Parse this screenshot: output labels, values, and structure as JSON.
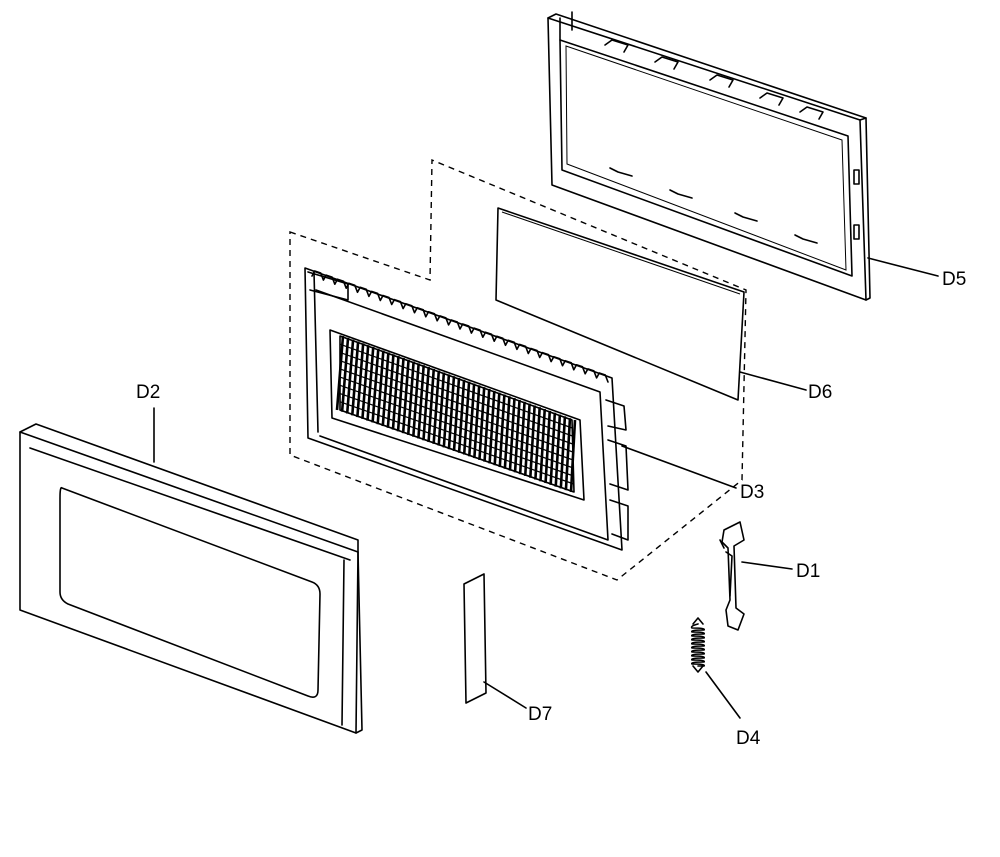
{
  "parts": [
    {
      "id": "D1",
      "label": "D1"
    },
    {
      "id": "D2",
      "label": "D2"
    },
    {
      "id": "D3",
      "label": "D3"
    },
    {
      "id": "D4",
      "label": "D4"
    },
    {
      "id": "D5",
      "label": "D5"
    },
    {
      "id": "D6",
      "label": "D6"
    },
    {
      "id": "D7",
      "label": "D7"
    }
  ]
}
